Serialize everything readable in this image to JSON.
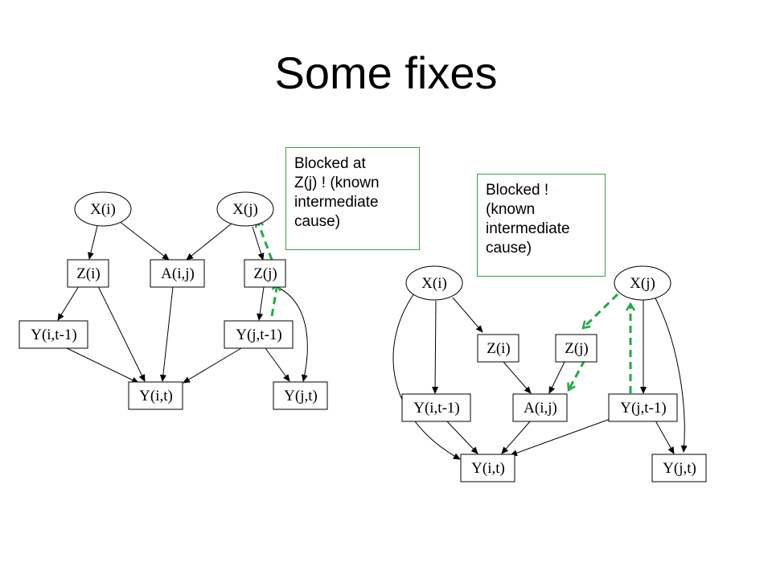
{
  "slide": {
    "title": "Some fixes"
  },
  "callouts": {
    "left": {
      "lines": [
        "Blocked at",
        "Z(j) ! (known",
        "intermediate",
        "cause)"
      ]
    },
    "right": {
      "lines": [
        "Blocked !",
        "(known",
        "intermediate",
        "cause)"
      ]
    }
  },
  "graph_left": {
    "nodes": {
      "xi": "X(i)",
      "xj": "X(j)",
      "zi": "Z(i)",
      "aij": "A(i,j)",
      "zj": "Z(j)",
      "yit1": "Y(i,t-1)",
      "yjt1": "Y(j,t-1)",
      "yit": "Y(i,t)",
      "yjt": "Y(j,t)"
    }
  },
  "graph_right": {
    "nodes": {
      "xi": "X(i)",
      "xj": "X(j)",
      "zi": "Z(i)",
      "zj": "Z(j)",
      "aij": "A(i,j)",
      "yit1": "Y(i,t-1)",
      "yjt1": "Y(j,t-1)",
      "yit": "Y(i,t)",
      "yjt": "Y(j,t)"
    }
  },
  "colors": {
    "highlight_arrow": "#22aa44",
    "callout_border": "#3aa04a"
  }
}
